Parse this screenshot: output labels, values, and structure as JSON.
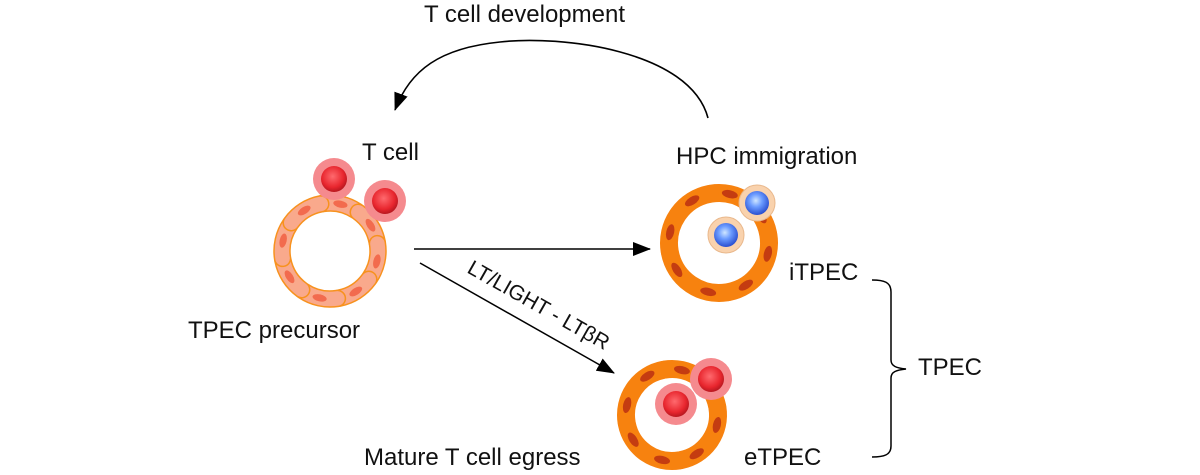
{
  "title": "Thymic epithelial cell (TPEC) differentiation diagram",
  "labels": {
    "top_arrow": "T cell development",
    "t_cell": "T cell",
    "hpc_immigration": "HPC immigration",
    "tpec_precursor": "TPEC precursor",
    "itpec": "iTPEC",
    "etpec": "eTPEC",
    "tpec_group": "TPEC",
    "signal": "LT/LIGHT - LTβR",
    "mature_egress": "Mature T cell egress"
  },
  "colors": {
    "precursor_cell_fill": "#f9a98c",
    "precursor_cell_stroke": "#f7921e",
    "precursor_nucleus": "#f26b4e",
    "mature_cell_fill": "#f7820f",
    "mature_nucleus": "#c43c11",
    "t_cell_core": "#e8262e",
    "t_cell_halo": "#f58a8e",
    "hpc_core": "#4a7af0",
    "hpc_halo": "#f9d2ad",
    "arrow": "#000000"
  },
  "nodes": [
    {
      "id": "tpec-precursor",
      "label": "TPEC precursor",
      "type": "precursor-ring",
      "attached": "t-cells",
      "count": 2
    },
    {
      "id": "itpec",
      "label": "iTPEC",
      "type": "mature-ring",
      "attached": "hpc",
      "count": 2
    },
    {
      "id": "etpec",
      "label": "eTPEC",
      "type": "mature-ring",
      "attached": "t-cells",
      "count": 2
    }
  ],
  "edges": [
    {
      "from": "tpec-precursor",
      "to": "itpec",
      "label": ""
    },
    {
      "from": "tpec-precursor",
      "to": "etpec",
      "label": "LT/LIGHT - LTβR"
    },
    {
      "from": "itpec",
      "to": "tpec-precursor",
      "label": "T cell development",
      "style": "curved"
    }
  ],
  "groups": [
    {
      "label": "TPEC",
      "members": [
        "itpec",
        "etpec"
      ],
      "style": "brace"
    }
  ]
}
